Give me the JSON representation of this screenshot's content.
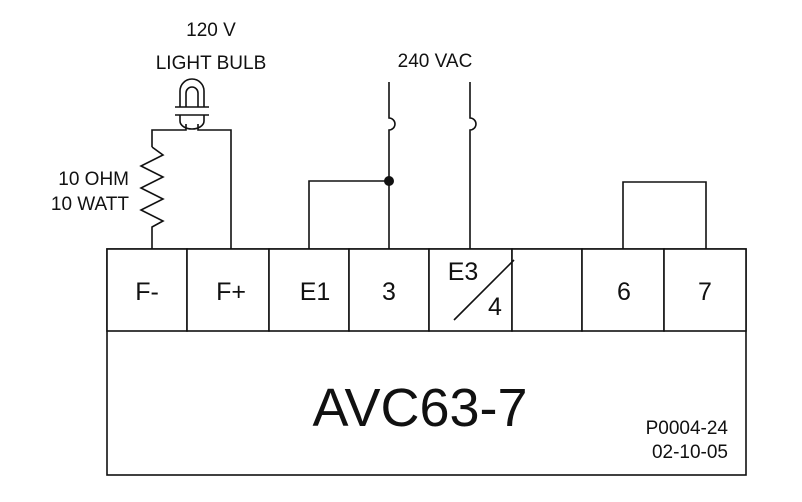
{
  "bulb": {
    "voltage_label": "120 V",
    "name_label": "LIGHT BULB"
  },
  "resistor": {
    "ohm_label": "10 OHM",
    "watt_label": "10 WATT"
  },
  "supply": {
    "label": "240 VAC"
  },
  "terminals": {
    "f_minus": "F-",
    "f_plus": "F+",
    "e1": "E1",
    "t3": "3",
    "e3": "E3",
    "t4": "4",
    "t6": "6",
    "t7": "7"
  },
  "module": {
    "model": "AVC63-7",
    "part_number": "P0004-24",
    "date": "02-10-05"
  }
}
